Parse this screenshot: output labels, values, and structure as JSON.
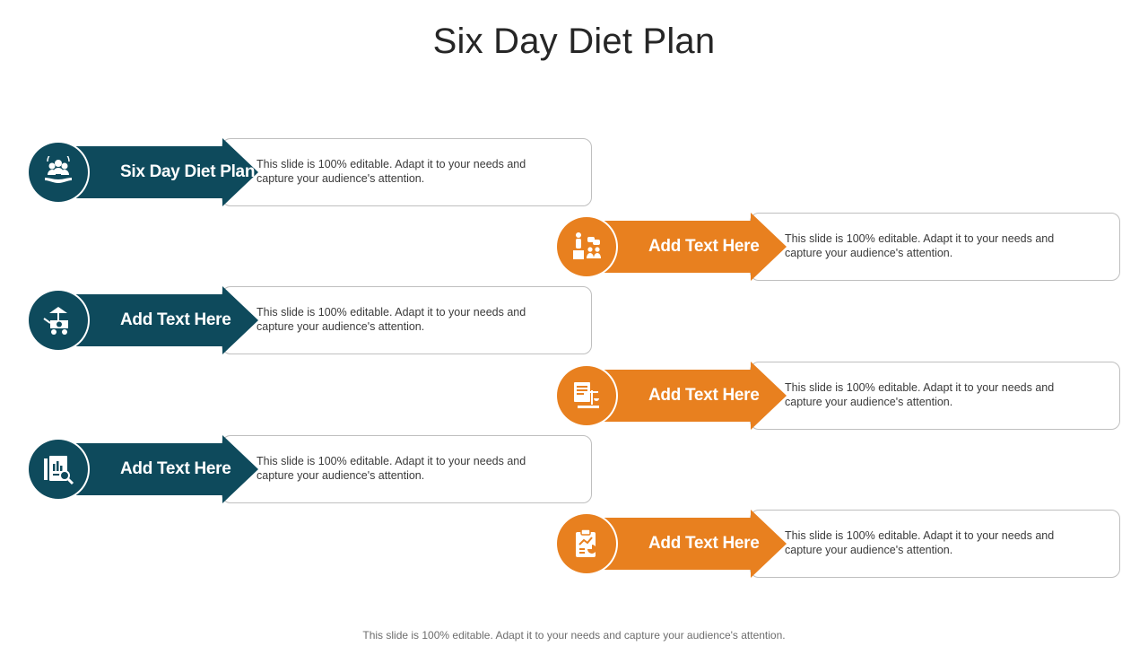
{
  "title": "Six Day Diet Plan",
  "footer": "This slide is 100% editable. Adapt it to your needs and capture your audience's attention.",
  "colors": {
    "teal": "#0e4a5c",
    "orange": "#e8801f",
    "border": "#bfbfbf"
  },
  "steps": [
    {
      "label": "Six Day Diet Plan",
      "desc": "This slide is 100% editable. Adapt it to your needs and capture your audience's attention.",
      "icon": "people-in-hand-icon",
      "color": "teal"
    },
    {
      "label": "Add Text Here",
      "desc": "This slide is 100% editable. Adapt it to your needs and capture your audience's attention.",
      "icon": "person-chat-group-icon",
      "color": "orange"
    },
    {
      "label": "Add Text Here",
      "desc": "This slide is 100% editable. Adapt it to your needs and capture your audience's attention.",
      "icon": "food-cart-icon",
      "color": "teal"
    },
    {
      "label": "Add Text Here",
      "desc": "This slide is 100% editable. Adapt it to your needs and capture your audience's attention.",
      "icon": "scale-document-icon",
      "color": "orange"
    },
    {
      "label": "Add Text Here",
      "desc": "This slide is 100% editable. Adapt it to your needs and capture your audience's attention.",
      "icon": "report-magnifier-icon",
      "color": "teal"
    },
    {
      "label": "Add Text Here",
      "desc": "This slide is 100% editable. Adapt it to your needs and capture your audience's attention.",
      "icon": "clipboard-chart-icon",
      "color": "orange"
    }
  ]
}
